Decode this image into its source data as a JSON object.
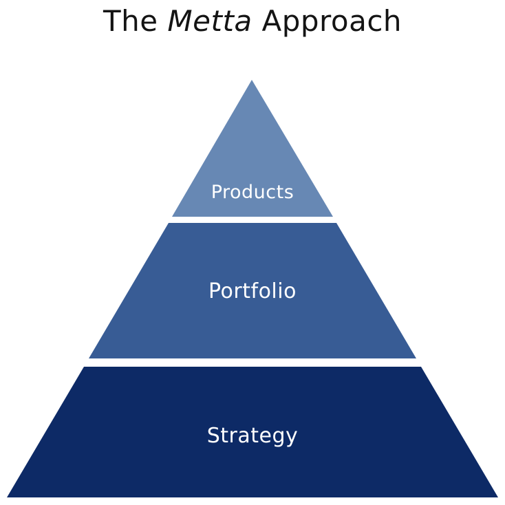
{
  "title": {
    "prefix": "The ",
    "emphasis": "Metta",
    "suffix": " Approach"
  },
  "colors": {
    "background": "#ffffff",
    "title_text": "#141414",
    "label_text": "#ffffff",
    "tier_top": "#6788b4",
    "tier_middle": "#385c95",
    "tier_bottom": "#0d2a66"
  },
  "pyramid": {
    "type": "pyramid",
    "label_fill": "#ffffff",
    "tiers": [
      {
        "label": "Products",
        "color": "#6788b4"
      },
      {
        "label": "Portfolio",
        "color": "#385c95"
      },
      {
        "label": "Strategy",
        "color": "#0d2a66"
      }
    ]
  }
}
